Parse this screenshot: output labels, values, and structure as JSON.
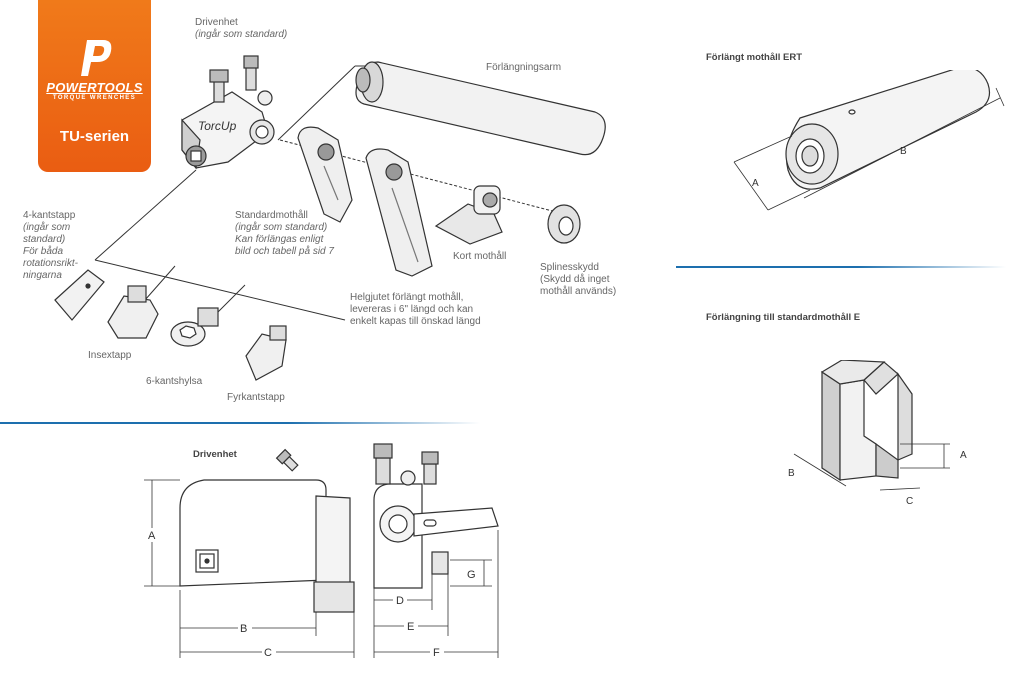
{
  "brand": {
    "name": "POWERTOOLS",
    "tagline": "TORQUE WRENCHES",
    "series": "TU-serien",
    "color": "#ee6a16"
  },
  "exploded": {
    "drivenhet": {
      "title": "Drivenhet",
      "note": "(ingår som standard)"
    },
    "forlangningsarm": "Förlängningsarm",
    "kantstapp": {
      "title": "4-kantstapp",
      "lines": [
        "(ingår som",
        "standard)",
        "För båda",
        "rotationsrikt-",
        "ningarna"
      ]
    },
    "standardmothall": {
      "title": "Standardmothåll",
      "lines": [
        "(ingår som standard)",
        "Kan förlängas enligt",
        "bild och tabell på sid 7"
      ]
    },
    "kort_mothall": "Kort mothåll",
    "splinesskydd": {
      "title": "Splinesskydd",
      "lines": [
        "(Skydd då inget",
        "mothåll används)"
      ]
    },
    "helgjutet": [
      "Helgjutet förlängt mothåll,",
      "levereras i 6\" längd och kan",
      "enkelt kapas till önskad längd"
    ],
    "insextapp": "Insextapp",
    "kantshylsa": "6-kantshylsa",
    "fyrkantstapp": "Fyrkantstapp",
    "tool_mark": "TorcUp"
  },
  "ert": {
    "title": "Förlängt mothåll ERT",
    "dims": {
      "a": "A",
      "b": "B"
    }
  },
  "ext_e": {
    "title": "Förlängning till standardmothåll E",
    "dims": {
      "a": "A",
      "b": "B",
      "c": "C"
    }
  },
  "drive_dims": {
    "title": "Drivenhet",
    "side": {
      "a": "A",
      "b": "B",
      "c": "C"
    },
    "front": {
      "d": "D",
      "e": "E",
      "f": "F",
      "g": "G"
    }
  },
  "colors": {
    "divider": "#1d6fae",
    "line": "#333333"
  }
}
